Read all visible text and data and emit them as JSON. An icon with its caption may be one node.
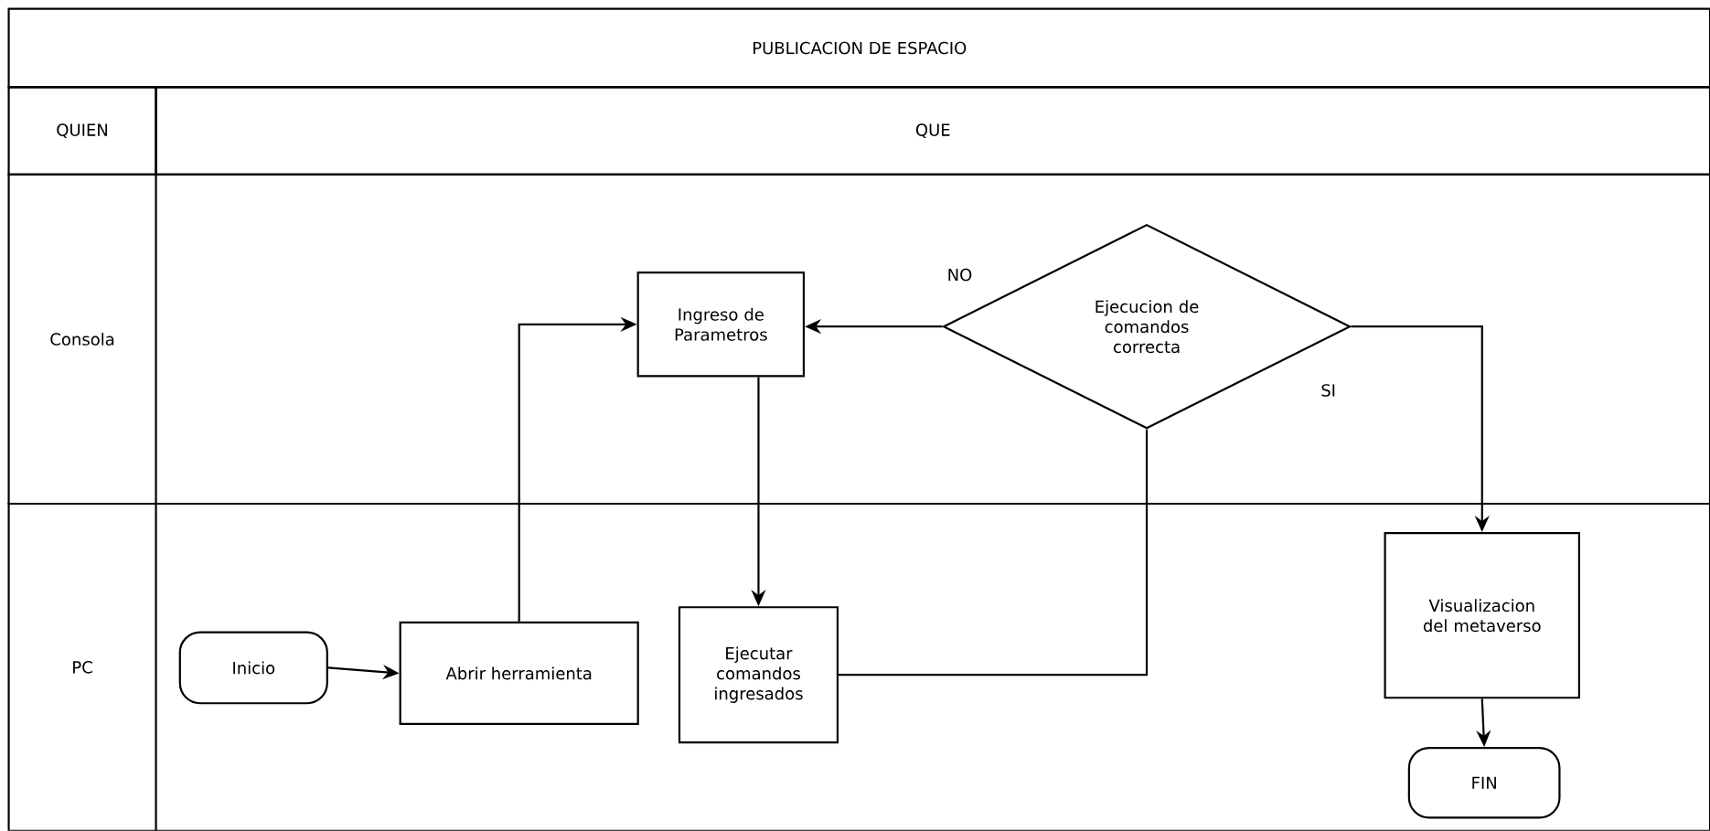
{
  "diagram": {
    "nodes": [
      {
        "text": [
          "PUBLICACION DE ESPACIO"
        ]
      },
      {
        "text": [
          "QUIEN"
        ]
      },
      {
        "text": [
          "QUE"
        ]
      },
      {
        "text": [
          "Consola"
        ]
      },
      {
        "text": [
          "PC"
        ]
      },
      {
        "text": [
          "Ingreso de Parametros"
        ],
        "in": 3
      },
      {
        "text": [
          "Ejecucion de comandos correcta"
        ],
        "in": 3
      },
      {
        "text": [
          "Inicio"
        ],
        "in": 4
      },
      {
        "text": [
          "Abrir herramienta"
        ],
        "in": 4
      },
      {
        "text": [
          "Ejecutar comandos ingresados"
        ],
        "in": 4
      },
      {
        "text": [
          "Visualizacion del metaverso"
        ],
        "in": 4
      },
      {
        "text": [
          "FIN"
        ],
        "in": 4
      }
    ],
    "edges": [
      {
        "from": 7,
        "to": 8,
        "arrow": "to"
      },
      {
        "from": 8,
        "to": 5,
        "arrow": "to"
      },
      {
        "from": 5,
        "to": 9,
        "arrow": "to"
      },
      {
        "from": 9,
        "to": 6,
        "arrow": "none"
      },
      {
        "from": 6,
        "to": 5,
        "arrow": "to",
        "label": "NO"
      },
      {
        "from": 6,
        "to": 10,
        "arrow": "to",
        "label": "SI"
      },
      {
        "from": 10,
        "to": 11,
        "arrow": "to"
      }
    ]
  }
}
